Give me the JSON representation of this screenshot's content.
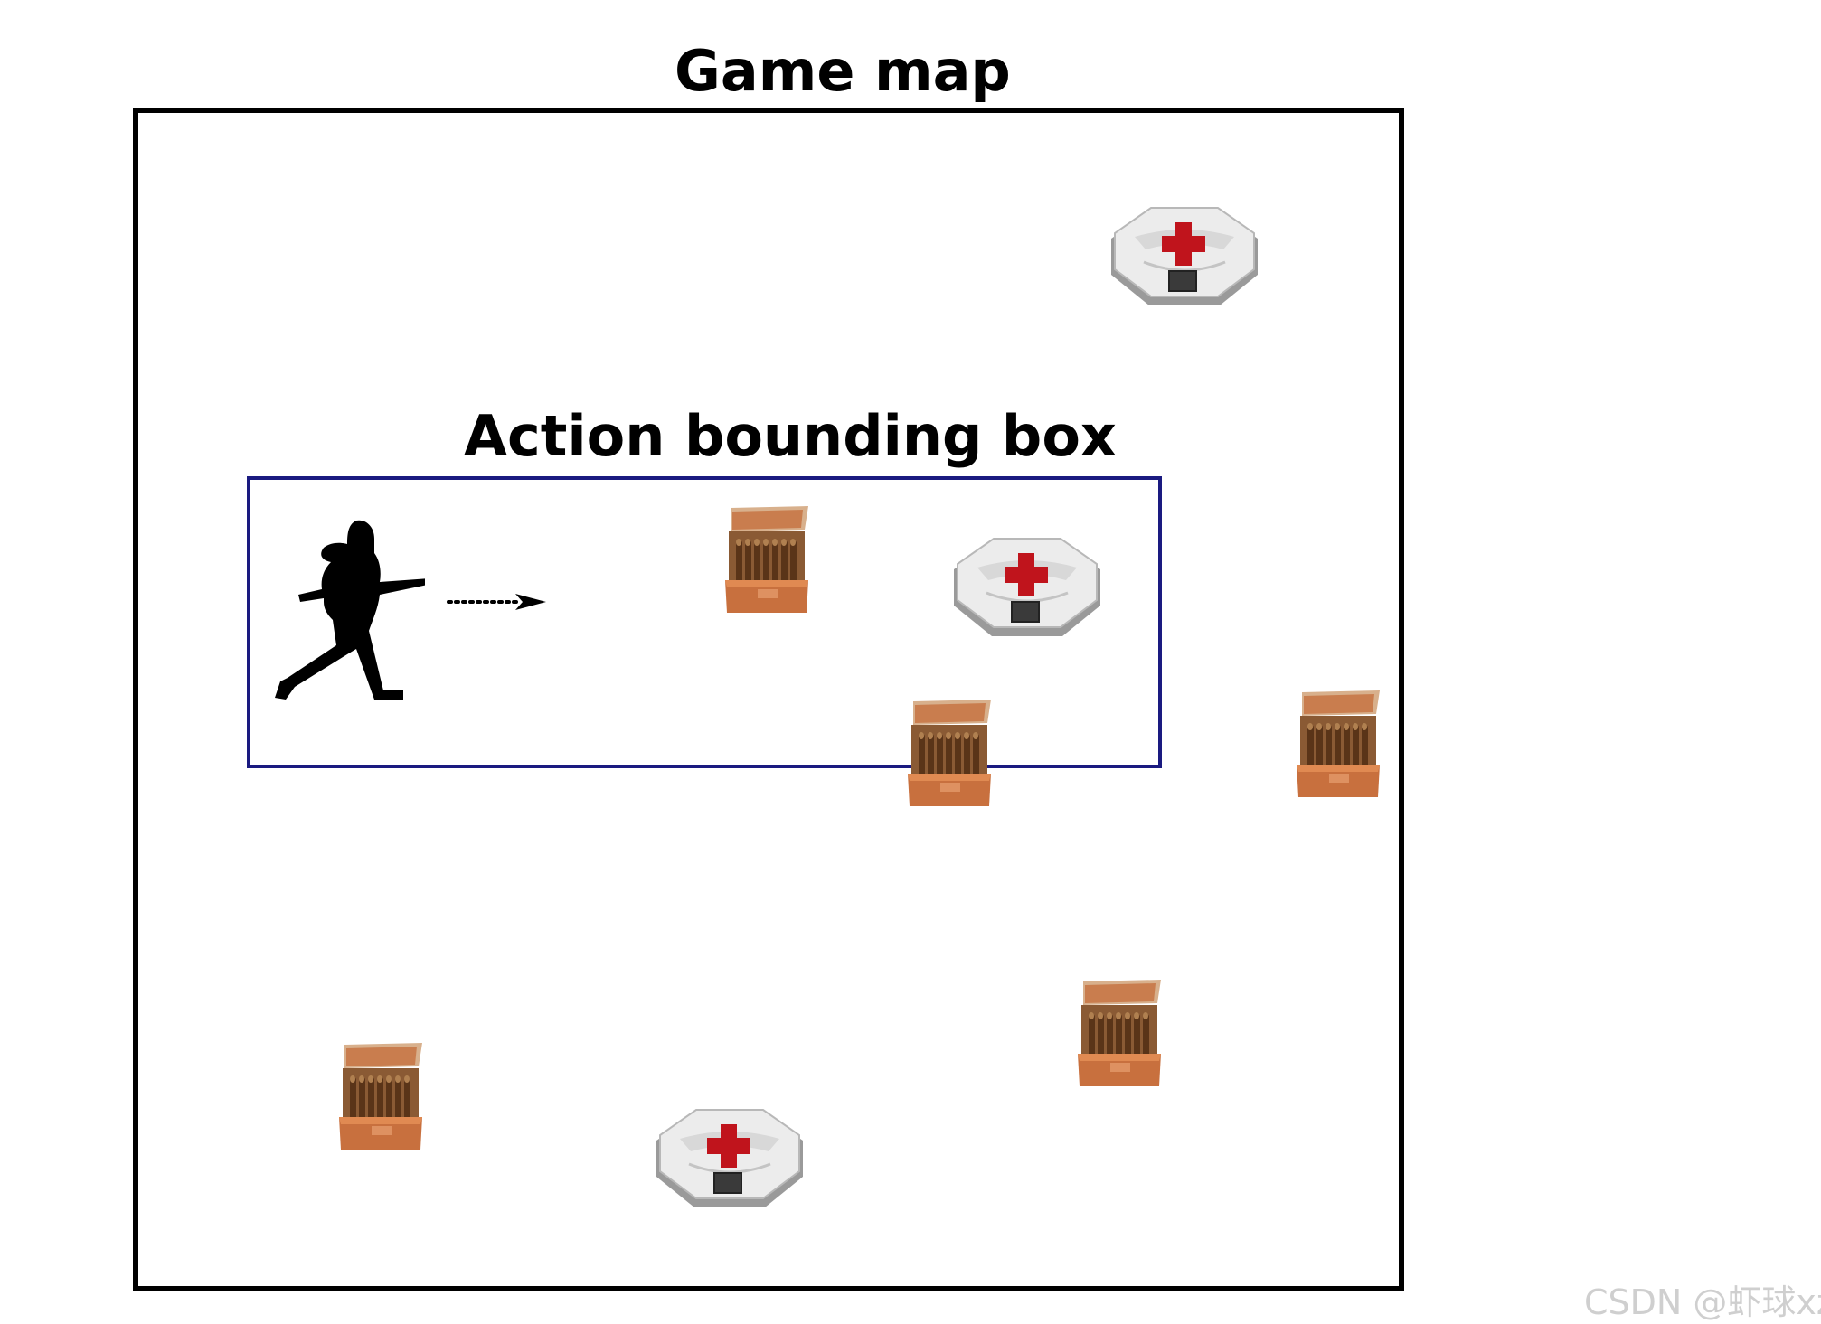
{
  "labels": {
    "game_map": "Game map",
    "action_bounding_box": "Action bounding box"
  },
  "watermark": "CSDN @虾球xz",
  "icons": {
    "player": "soldier-icon",
    "movement": "dotted-arrow-icon",
    "health_pickup": "medkit-icon",
    "ammo_pickup": "ammo-box-icon"
  },
  "colors": {
    "map_border": "#000000",
    "action_box_border": "#1a1a80",
    "medkit_cross": "#c0141c",
    "ammo_box": "#c46a3c"
  }
}
